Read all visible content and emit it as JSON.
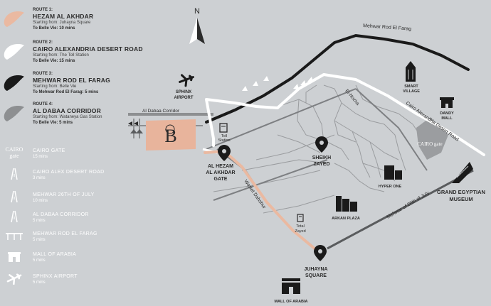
{
  "colors": {
    "background": "#cdd0d3",
    "route1": "#eab9a1",
    "route2": "#ffffff",
    "route3": "#1a1a1a",
    "route4": "#8d8f91",
    "plot": "#e8b49c"
  },
  "legend": {
    "routes": [
      {
        "num": "ROUTE 1:",
        "name": "HEZAM AL AKHDAR",
        "from": "Starting from: Juhayna Square",
        "to": "To Belle Vie: 10 mins"
      },
      {
        "num": "ROUTE 2:",
        "name": "CAIRO ALEXANDRIA DESERT ROAD",
        "from": "Starting from: The Toll Station",
        "to": "To Belle Vie: 15 mins"
      },
      {
        "num": "ROUTE 3:",
        "name": "MEHWAR ROD EL FARAG",
        "from": "Starting from: Belle Vie",
        "to": "To Mehwar Rod El Farag: 5 mins"
      },
      {
        "num": "ROUTE 4:",
        "name": "AL DABAA CORRIDOR",
        "from": "Starting from: Wataneya Gas Station",
        "to": "To Belle Vie: 5 mins"
      }
    ],
    "destinations": [
      {
        "name": "CAIRO GATE",
        "time": "15 mins",
        "icon": "cairo-gate-logo-icon",
        "logo_text": "CAIRO gate"
      },
      {
        "name": "CAIRO ALEX DESERT ROAD",
        "time": "3 mins",
        "icon": "road-icon"
      },
      {
        "name": "MEHWAR 26TH OF JULY",
        "time": "10 mins",
        "icon": "road-icon"
      },
      {
        "name": "AL DABAA CORRIDOR",
        "time": "5 mins",
        "icon": "road-icon"
      },
      {
        "name": "MEHWAR ROD EL FARAG",
        "time": "5 mins",
        "icon": "bridge-icon"
      },
      {
        "name": "MALL OF ARABIA",
        "time": "5 mins",
        "icon": "mall-icon"
      },
      {
        "name": "SPHINX AIRPORT",
        "time": "5 mins",
        "icon": "airplane-icon"
      }
    ]
  },
  "map": {
    "north": "N",
    "roads": {
      "mehwar_rod_el_farag": "Mehwar Rod El Farag",
      "al_dabaa_corridor": "Al Dabaa Corridor",
      "el_nozha": "El-Nozha",
      "cairo_alex_desert_road": "Cairo Alexandria Desert Road",
      "wasiet_dahshur": "Wasiet Dahshur",
      "mehwar_26_july": "Mehwar of 26th of July"
    },
    "places": {
      "sphinx_airport": "SPHINX AIRPORT",
      "toll_station": "Toll Station",
      "hezam_gate": "AL HEZAM AL AKHDAR GATE",
      "sheikh_zayed": "SHEIKH ZAYED",
      "smart_village": "SMART VILLAGE",
      "dandy_mall": "DANDY MALL",
      "cairo_gate_logo": "CAIRO gate",
      "hyper_one": "HYPER ONE",
      "arkan_plaza": "ARKAN PLAZA",
      "total_zayed": "Total Zayed",
      "juhayna_square": "JUHAYNA SQUARE",
      "grand_egyptian_museum": "GRAND EGYPTIAN MUSEUM",
      "mall_of_arabia": "MALL OF ARABIA",
      "belle_vie_logo": "B"
    }
  }
}
